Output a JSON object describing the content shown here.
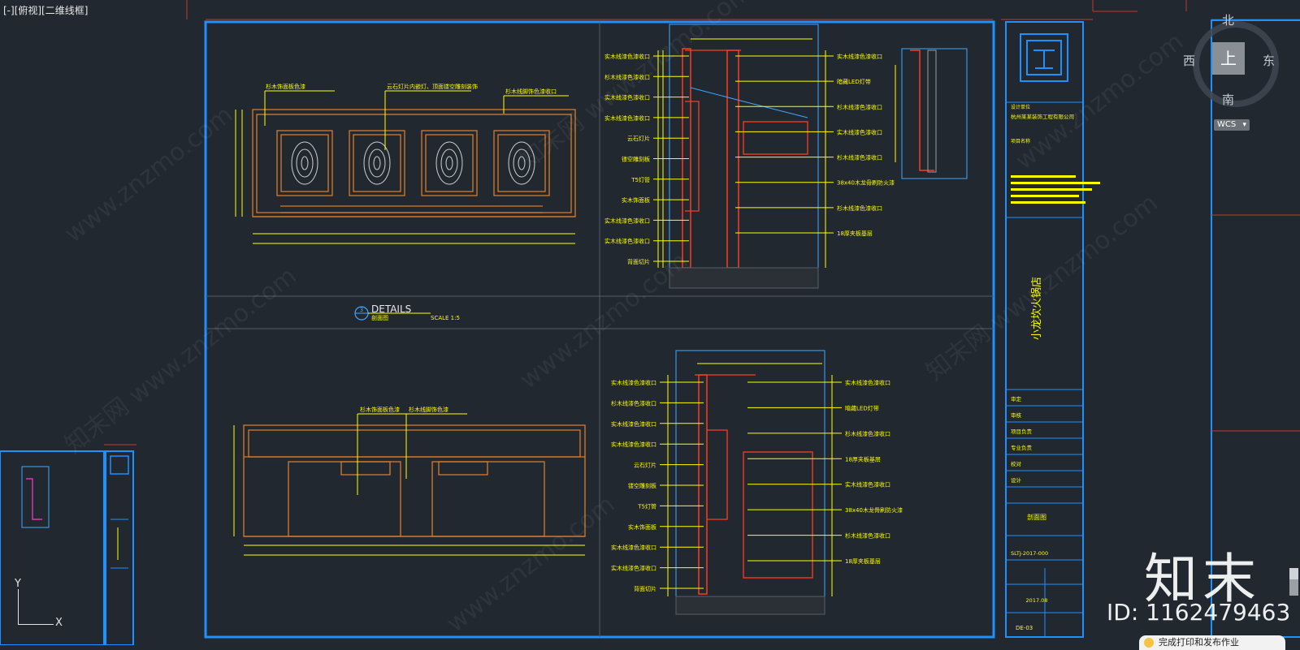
{
  "viewport_label": "[-][俯视][二维线框]",
  "compass": {
    "north": "北",
    "south": "南",
    "east": "东",
    "west": "西",
    "top": "上"
  },
  "wcs_label": "WCS",
  "details_heading": "DETAILS",
  "details_sub": "剖面图",
  "details_scale": "SCALE 1:5",
  "details_no": "3",
  "callouts_top_left": [
    "杉木饰面板色漆",
    "云石灯片内嵌灯、顶面镂空雕刻装饰",
    "杉木线脚饰色漆收口"
  ],
  "callouts_bottom_left": [
    "杉木饰面板色漆",
    "杉木线脚饰色漆"
  ],
  "section_top_left_labels": [
    "实木线漆色漆收口",
    "杉木线漆色漆收口",
    "实木线漆色漆收口",
    "实木线漆色漆收口",
    "云石灯片",
    "镂空雕刻板",
    "T5灯管",
    "实木饰面板",
    "实木线漆色漆收口",
    "实木线漆色漆收口",
    "背面切片"
  ],
  "section_top_right_labels": [
    "实木线漆色漆收口",
    "暗藏LED灯带",
    "杉木线漆色漆收口",
    "实木线漆色漆收口",
    "杉木线漆色漆收口",
    "38x40木龙骨刷防火漆",
    "杉木线漆色漆收口",
    "18厚夹板基层"
  ],
  "section_bottom_left_labels": [
    "实木线漆色漆收口",
    "杉木线漆色漆收口",
    "实木线漆色漆收口",
    "实木线漆色漆收口",
    "云石灯片",
    "镂空雕刻板",
    "T5灯管",
    "实木饰面板",
    "实木线漆色漆收口",
    "实木线漆色漆收口",
    "背面切片"
  ],
  "section_bottom_right_labels": [
    "实木线漆色漆收口",
    "暗藏LED灯带",
    "杉木线漆色漆收口",
    "18厚夹板基层",
    "实木线漆色漆收口",
    "38x40木龙骨刷防火漆",
    "杉木线漆色漆收口",
    "18厚夹板基层"
  ],
  "title_block": {
    "design_unit": "设计单位",
    "company": "杭州某某装饰工程有限公司",
    "project": "项目名称",
    "project_title": "小龙坎火锅店",
    "drawing_name": "剖面图",
    "drawing_no": "SLTJ-2017-000",
    "date": "2017.08",
    "sheet": "DE-03",
    "rows": [
      "审定",
      "审核",
      "项目负责",
      "专业负责",
      "校对",
      "设计"
    ]
  },
  "watermark": {
    "site": "www.znzmo.com",
    "brand": "知末",
    "id": "ID: 1162479463",
    "cn_site": "知末网"
  },
  "notification_text": "完成打印和发布作业",
  "ucs": {
    "x": "X",
    "y": "Y"
  },
  "colors": {
    "background": "#212830",
    "frame": "#1e90ff",
    "cad_yellow": "#ffff00",
    "cad_orange": "#d87a2a",
    "cad_red": "#ff3b1f",
    "cad_cyan": "#3fa7ff",
    "cad_gray": "#8a8f96",
    "cad_magenta": "#ff3bd0"
  }
}
